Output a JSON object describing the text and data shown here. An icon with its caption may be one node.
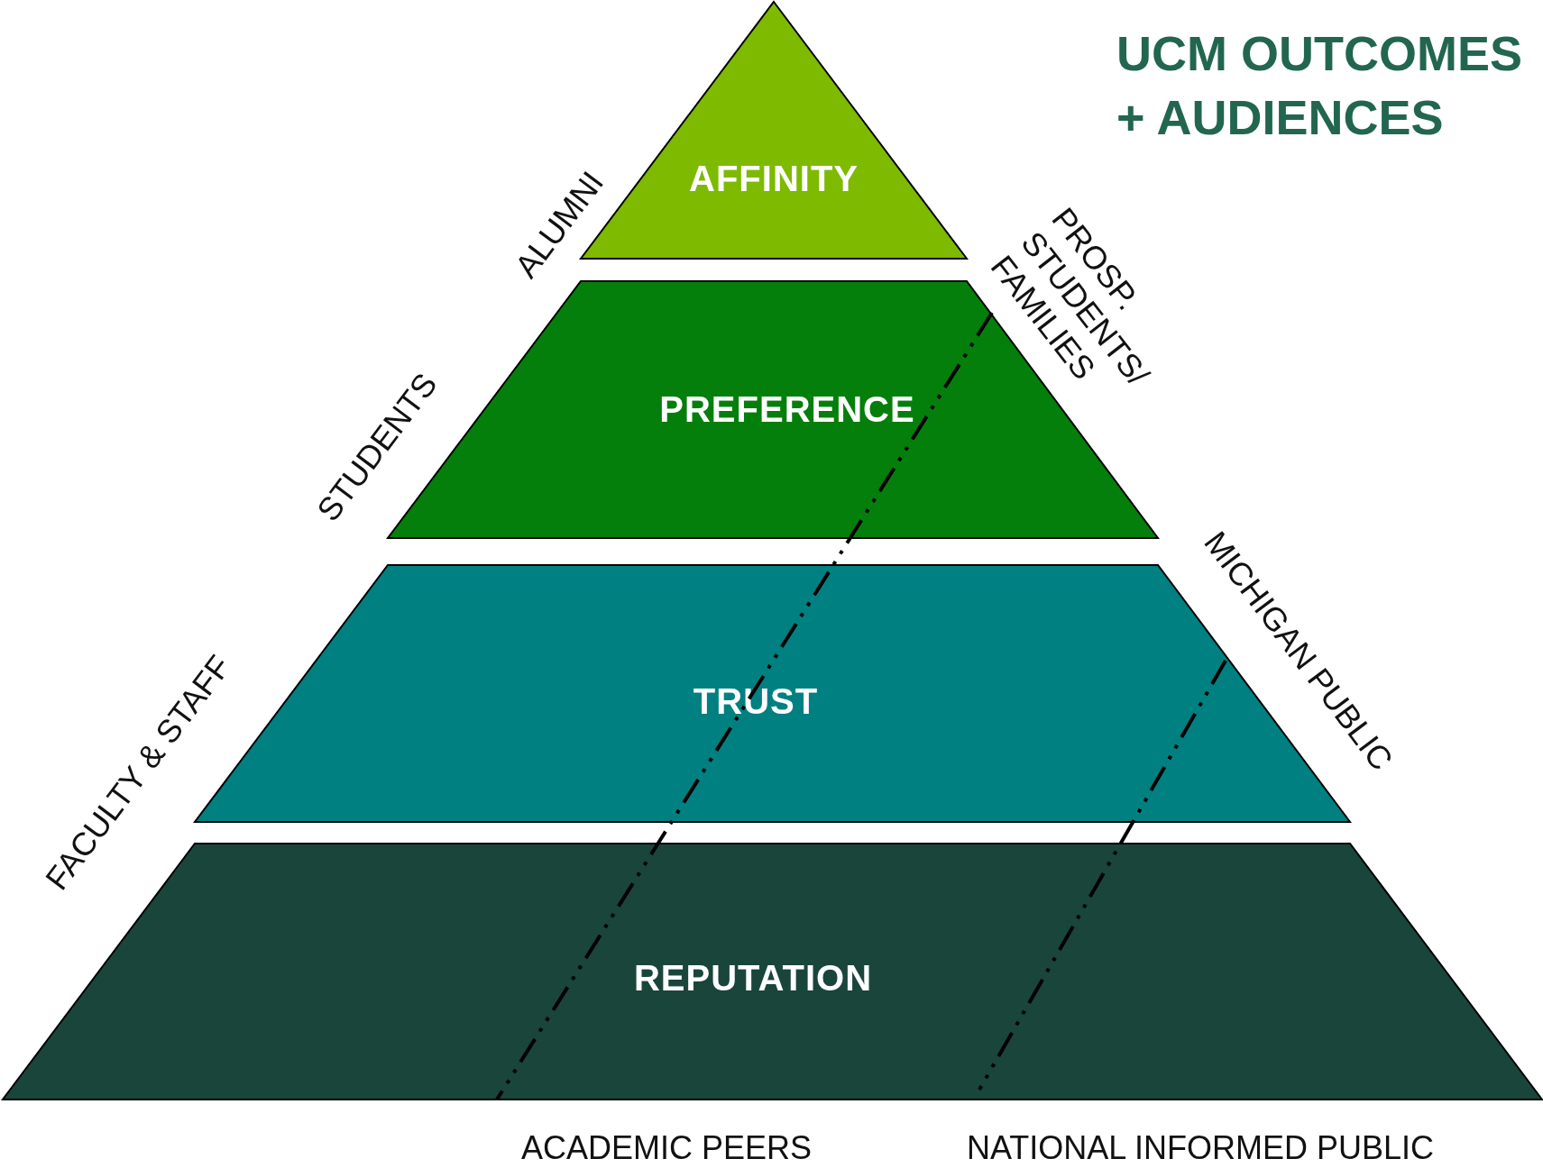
{
  "diagram": {
    "title": "UCM OUTCOMES + AUDIENCES",
    "nodes": [
      {
        "text": [
          "AFFINITY"
        ]
      },
      {
        "text": [
          "PREFERENCE"
        ]
      },
      {
        "text": [
          "TRUST"
        ]
      },
      {
        "text": [
          "REPUTATION"
        ]
      }
    ],
    "labels": [
      "ALUMNI",
      "STUDENTS",
      "FACULTY & STAFF",
      "PROSP. STUDENTS/ FAMILIES",
      "MICHIGAN PUBLIC",
      "ACADEMIC PEERS",
      "NATIONAL INFORMED PUBLIC"
    ]
  }
}
